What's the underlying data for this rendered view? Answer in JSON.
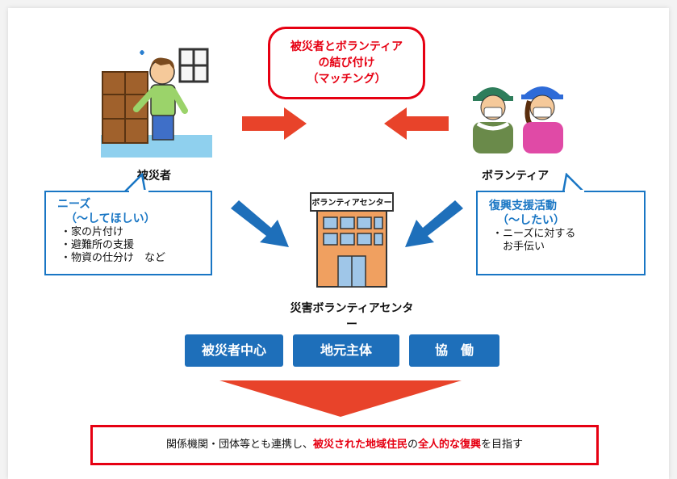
{
  "matching": {
    "line1": "被災者とボランティア",
    "line2": "の結び付け",
    "line3": "（マッチング）"
  },
  "victim": {
    "label": "被災者"
  },
  "volunteer": {
    "label": "ボランティア"
  },
  "needs_callout": {
    "head": "ニーズ",
    "sub": "（～してほしい）",
    "items": [
      "・家の片付け",
      "・避難所の支援",
      "・物資の仕分け　など"
    ]
  },
  "support_callout": {
    "head": "復興支援活動",
    "sub": "（～したい）",
    "items": [
      "・ニーズに対する",
      "　お手伝い"
    ]
  },
  "center": {
    "sign": "ボランティアセンター",
    "label": "災害ボランティアセンター"
  },
  "principles": [
    "被災者中心",
    "地元主体",
    "協　働"
  ],
  "goal": {
    "part1": "関係機関・団体等とも連携し、",
    "part2": "被災された地域住民",
    "part3": "の",
    "part4": "全人的な復興",
    "part5": "を目指す"
  },
  "colors": {
    "red": "#e60012",
    "blue": "#1976c4",
    "pill_blue": "#1e6fba",
    "arrow_red": "#e8432a",
    "building_orange": "#f0a060"
  }
}
